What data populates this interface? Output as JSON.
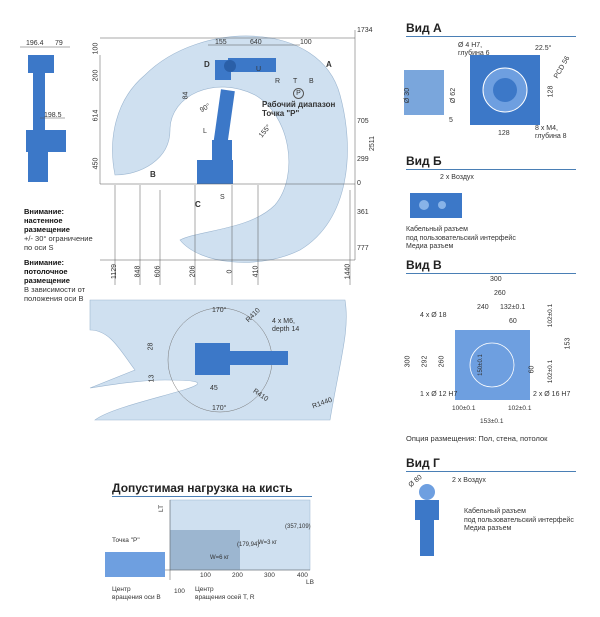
{
  "side_view": {
    "dims_top": [
      "196.4",
      "79"
    ],
    "dim_198_5": "198.5",
    "dims_upper": [
      "155",
      "640",
      "100"
    ],
    "dims_left_vertical": [
      "100",
      "200",
      "614",
      "450"
    ],
    "dim_84": "84",
    "label_d": "D",
    "label_a": "A",
    "labels_wrist": [
      "U",
      "R",
      "T",
      "B"
    ],
    "label_p": "P",
    "label_l": "L",
    "label_b_view": "B",
    "label_c_view": "C",
    "label_s": "S",
    "angle_90": "90°",
    "angle_155": "155°",
    "working_range_title": "Рабочий диапазон",
    "working_range_point": "Точка \"P\"",
    "right_dims": [
      "1734",
      "705",
      "299",
      "0",
      "361",
      "777"
    ],
    "right_total": "2511",
    "bottom_dims": [
      "1129",
      "848",
      "606",
      "206",
      "0",
      "410",
      "1440"
    ]
  },
  "notes": {
    "wall_title": "Внимание: настенное размещение",
    "wall_text": "+/- 30° ограничение по оси S",
    "ceiling_title": "Внимание: потолочное размещение",
    "ceiling_text": "В зависимости от положения оси B"
  },
  "top_view": {
    "angle_top": "170°",
    "angle_bottom": "170°",
    "r410_top": "R410",
    "r410_bottom": "R410",
    "r1440": "R1440",
    "holes": "4 x M6,",
    "depth": "depth 14",
    "dim_28": "28",
    "dim_13": "13",
    "dim_45": "45"
  },
  "view_a": {
    "title": "Вид А",
    "hole": "Ø 4 H7,",
    "hole_depth": "глубина 6",
    "angle": "22.5°",
    "pcd": "PCD 56",
    "dia_30": "Ø 30",
    "dia_62": "Ø 62",
    "dim_5": "5",
    "dim_128_v": "128",
    "dim_128_h": "128",
    "tapped": "8 x M4,",
    "tapped_depth": "глубина 8"
  },
  "view_b_ru": {
    "title": "Вид Б",
    "air": "2 x Воздух",
    "cable1": "Кабельный разъем",
    "cable2": "под пользовательский интерфейс",
    "media": "Медиа разъем"
  },
  "view_v": {
    "title": "Вид В",
    "dims_top": [
      "300",
      "260",
      "240",
      "132±0.1",
      "60"
    ],
    "dia_18": "4 x Ø 18",
    "dims_left": [
      "300",
      "292",
      "260"
    ],
    "dims_right": [
      "102±0.1",
      "153",
      "60",
      "102±0.1"
    ],
    "dim_150": "150±0.1",
    "dia_12": "1 x Ø 12 H7",
    "dia_16": "2 x Ø 16 H7",
    "dims_bottom": [
      "100±0.1",
      "102±0.1",
      "153±0.1"
    ],
    "placement": "Опция размещения: Пол, стена, потолок"
  },
  "view_g": {
    "title": "Вид Г",
    "dia_80": "Ø 80",
    "air": "2 x Воздух",
    "cable1": "Кабельный разъем",
    "cable2": "под пользовательский интерфейс",
    "media": "Медиа разъем"
  },
  "payload": {
    "title": "Допустимая нагрузка на кисть",
    "y_axis": "LT",
    "x_axis": "LB",
    "x_ticks": [
      "100",
      "200",
      "300",
      "400"
    ],
    "w6": "W=6 кг",
    "w3": "W=3 кг",
    "pt_179": "(179,94)",
    "pt_357": "(357,109)",
    "point_p": "Точка \"P\"",
    "center_b1": "Центр",
    "center_b2": "вращения оси B",
    "center_tr1": "Центр",
    "center_tr2": "вращения осей T, R",
    "dim_100": "100"
  },
  "colors": {
    "accent": "#4a7fb5",
    "robot": "#3c78c8",
    "range_fill": "#cfe0f0"
  }
}
